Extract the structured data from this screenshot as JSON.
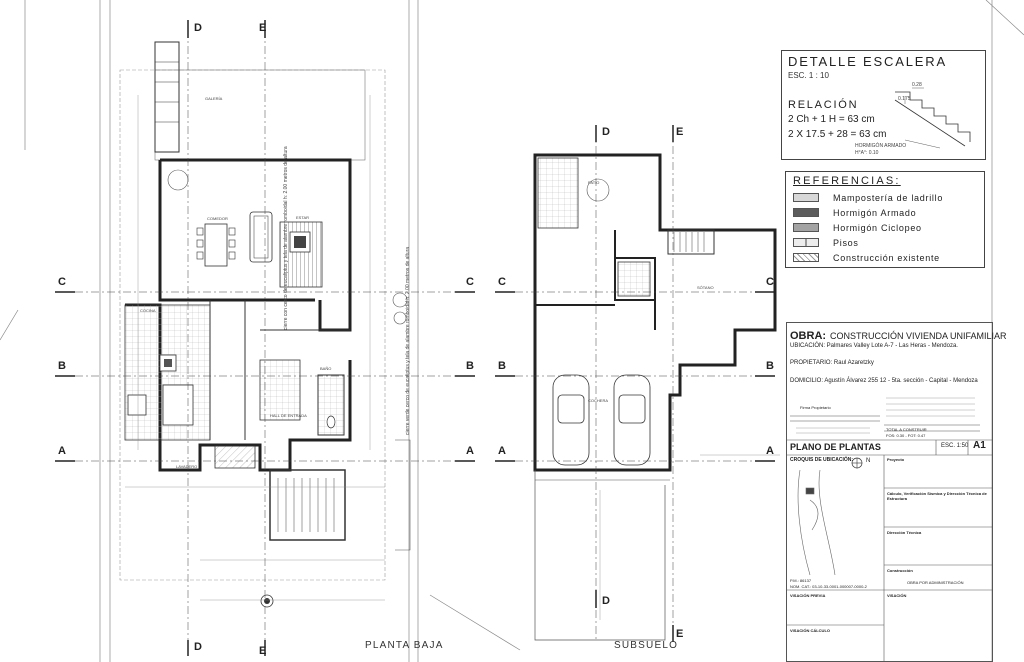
{
  "sections": {
    "c": "C",
    "b": "B",
    "a": "A",
    "d": "D",
    "e": "E"
  },
  "plan_labels": {
    "planta_baja": "PLANTA BAJA",
    "subsuelo": "SUBSUELO"
  },
  "stair_detail": {
    "title": "DETALLE ESCALERA",
    "scale": "ESC. 1 : 10",
    "relation_title": "RELACIÓN",
    "formula_1": "2 Ch + 1 H = 63 cm",
    "formula_2": "2 X 17.5 + 28 = 63 cm",
    "dim_tread": "0.28",
    "dim_riser": "0.175",
    "note_1": "HORMIGÓN ARMADO",
    "note_2": "H°A°: 0.10"
  },
  "references": {
    "title": "REFERENCIAS:",
    "items": [
      {
        "label": "Mampostería de ladrillo",
        "color": "#d8d8d8"
      },
      {
        "label": "Hormigón Armado",
        "color": "#5c5c5c"
      },
      {
        "label": "Hormigón Ciclopeo",
        "color": "#a3a3a3"
      },
      {
        "label": "Pisos",
        "color": "#ededed"
      },
      {
        "label": "Construcción existente",
        "color": "#ffffff"
      }
    ]
  },
  "title_block": {
    "obra_label": "OBRA:",
    "obra_value": "CONSTRUCCIÓN VIVIENDA UNIFAMILIAR",
    "ubicacion": "UBICACIÓN: Palmares Valley Lote A-7 - Las Heras - Mendoza.",
    "propietario": "PROPIETARIO: Raul Azaretzky",
    "domicilio": "DOMICILIO: Agustín Álvarez 255 12 - 5ta. sección - Capital - Mendoza",
    "firma": "Firma Propietario",
    "total": "TOTAL A CONSTRUIR",
    "fos": "FOS: 0.30 - FOT: 0.47",
    "plano": "PLANO DE PLANTAS",
    "esc": "ESC. 1:50",
    "sheet": "A1",
    "croquis": "CROQUIS DE UBICACIÓN:",
    "north": "N",
    "proyecto": "Proyecto",
    "calculo": "Cálculo, Verificación Sísmica y Dirección Técnica de Estructura",
    "direccion": "Dirección Técnica",
    "construccion": "Construcción",
    "administracion": "OBRA POR ADMINISTRACIÓN",
    "padron": "P.M.: 86137",
    "nom_cat": "NOM. CAT.: 03-10-33-0001-000007-0000-2",
    "visacion_previa": "VISACIÓN PREVIA",
    "visacion": "VISACIÓN",
    "visacion_calculo": "VISACIÓN CÁLCULO"
  },
  "rooms": {
    "galeria": "GALERÍA",
    "estar": "ESTAR",
    "comedor": "COMEDOR",
    "cocina": "COCINA",
    "lavadero": "LAVADERO",
    "hall": "HALL DE ENTRADA",
    "bano": "BAÑO",
    "patio": "PATIO",
    "sotano": "SÓTANO",
    "cochera": "COCHERA"
  },
  "side_notes": {
    "left": "cierre con cerco de eucaliptus y tela de alambre romboidal h: 2.00 metros de altura",
    "right": "cierre verde cerco de eucaliptus y tela de alambre romboidal h: 2.00 metros de altura"
  }
}
